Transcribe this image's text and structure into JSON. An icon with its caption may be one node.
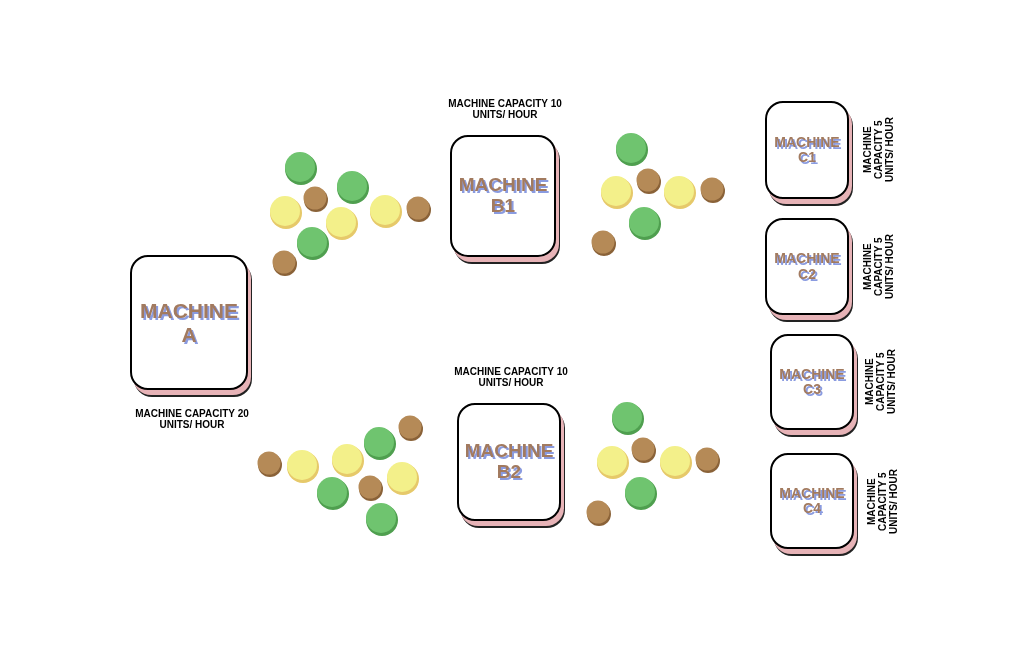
{
  "diagram": {
    "nodes": [
      {
        "text": [
          "MACHINE A"
        ],
        "beside": [
          "MACHINE CAPACITY 20 UNITS/ HOUR"
        ]
      },
      {
        "text": [
          "MACHINE B1"
        ],
        "beside": [
          "MACHINE CAPACITY 10 UNITS/ HOUR"
        ]
      },
      {
        "text": [
          "MACHINE B2"
        ],
        "beside": [
          "MACHINE CAPACITY 10 UNITS/ HOUR"
        ]
      },
      {
        "text": [
          "MACHINE C1"
        ],
        "beside": [
          "MACHINE CAPACITY 5 UNITS/ HOUR"
        ]
      },
      {
        "text": [
          "MACHINE C2"
        ],
        "beside": [
          "MACHINE CAPACITY 5 UNITS/ HOUR"
        ]
      },
      {
        "text": [
          "MACHINE C3"
        ],
        "beside": [
          "MACHINE CAPACITY 5 UNITS/ HOUR"
        ]
      },
      {
        "text": [
          "MACHINE C4"
        ],
        "beside": [
          "MACHINE CAPACITY 5 UNITS/ HOUR"
        ]
      }
    ]
  }
}
